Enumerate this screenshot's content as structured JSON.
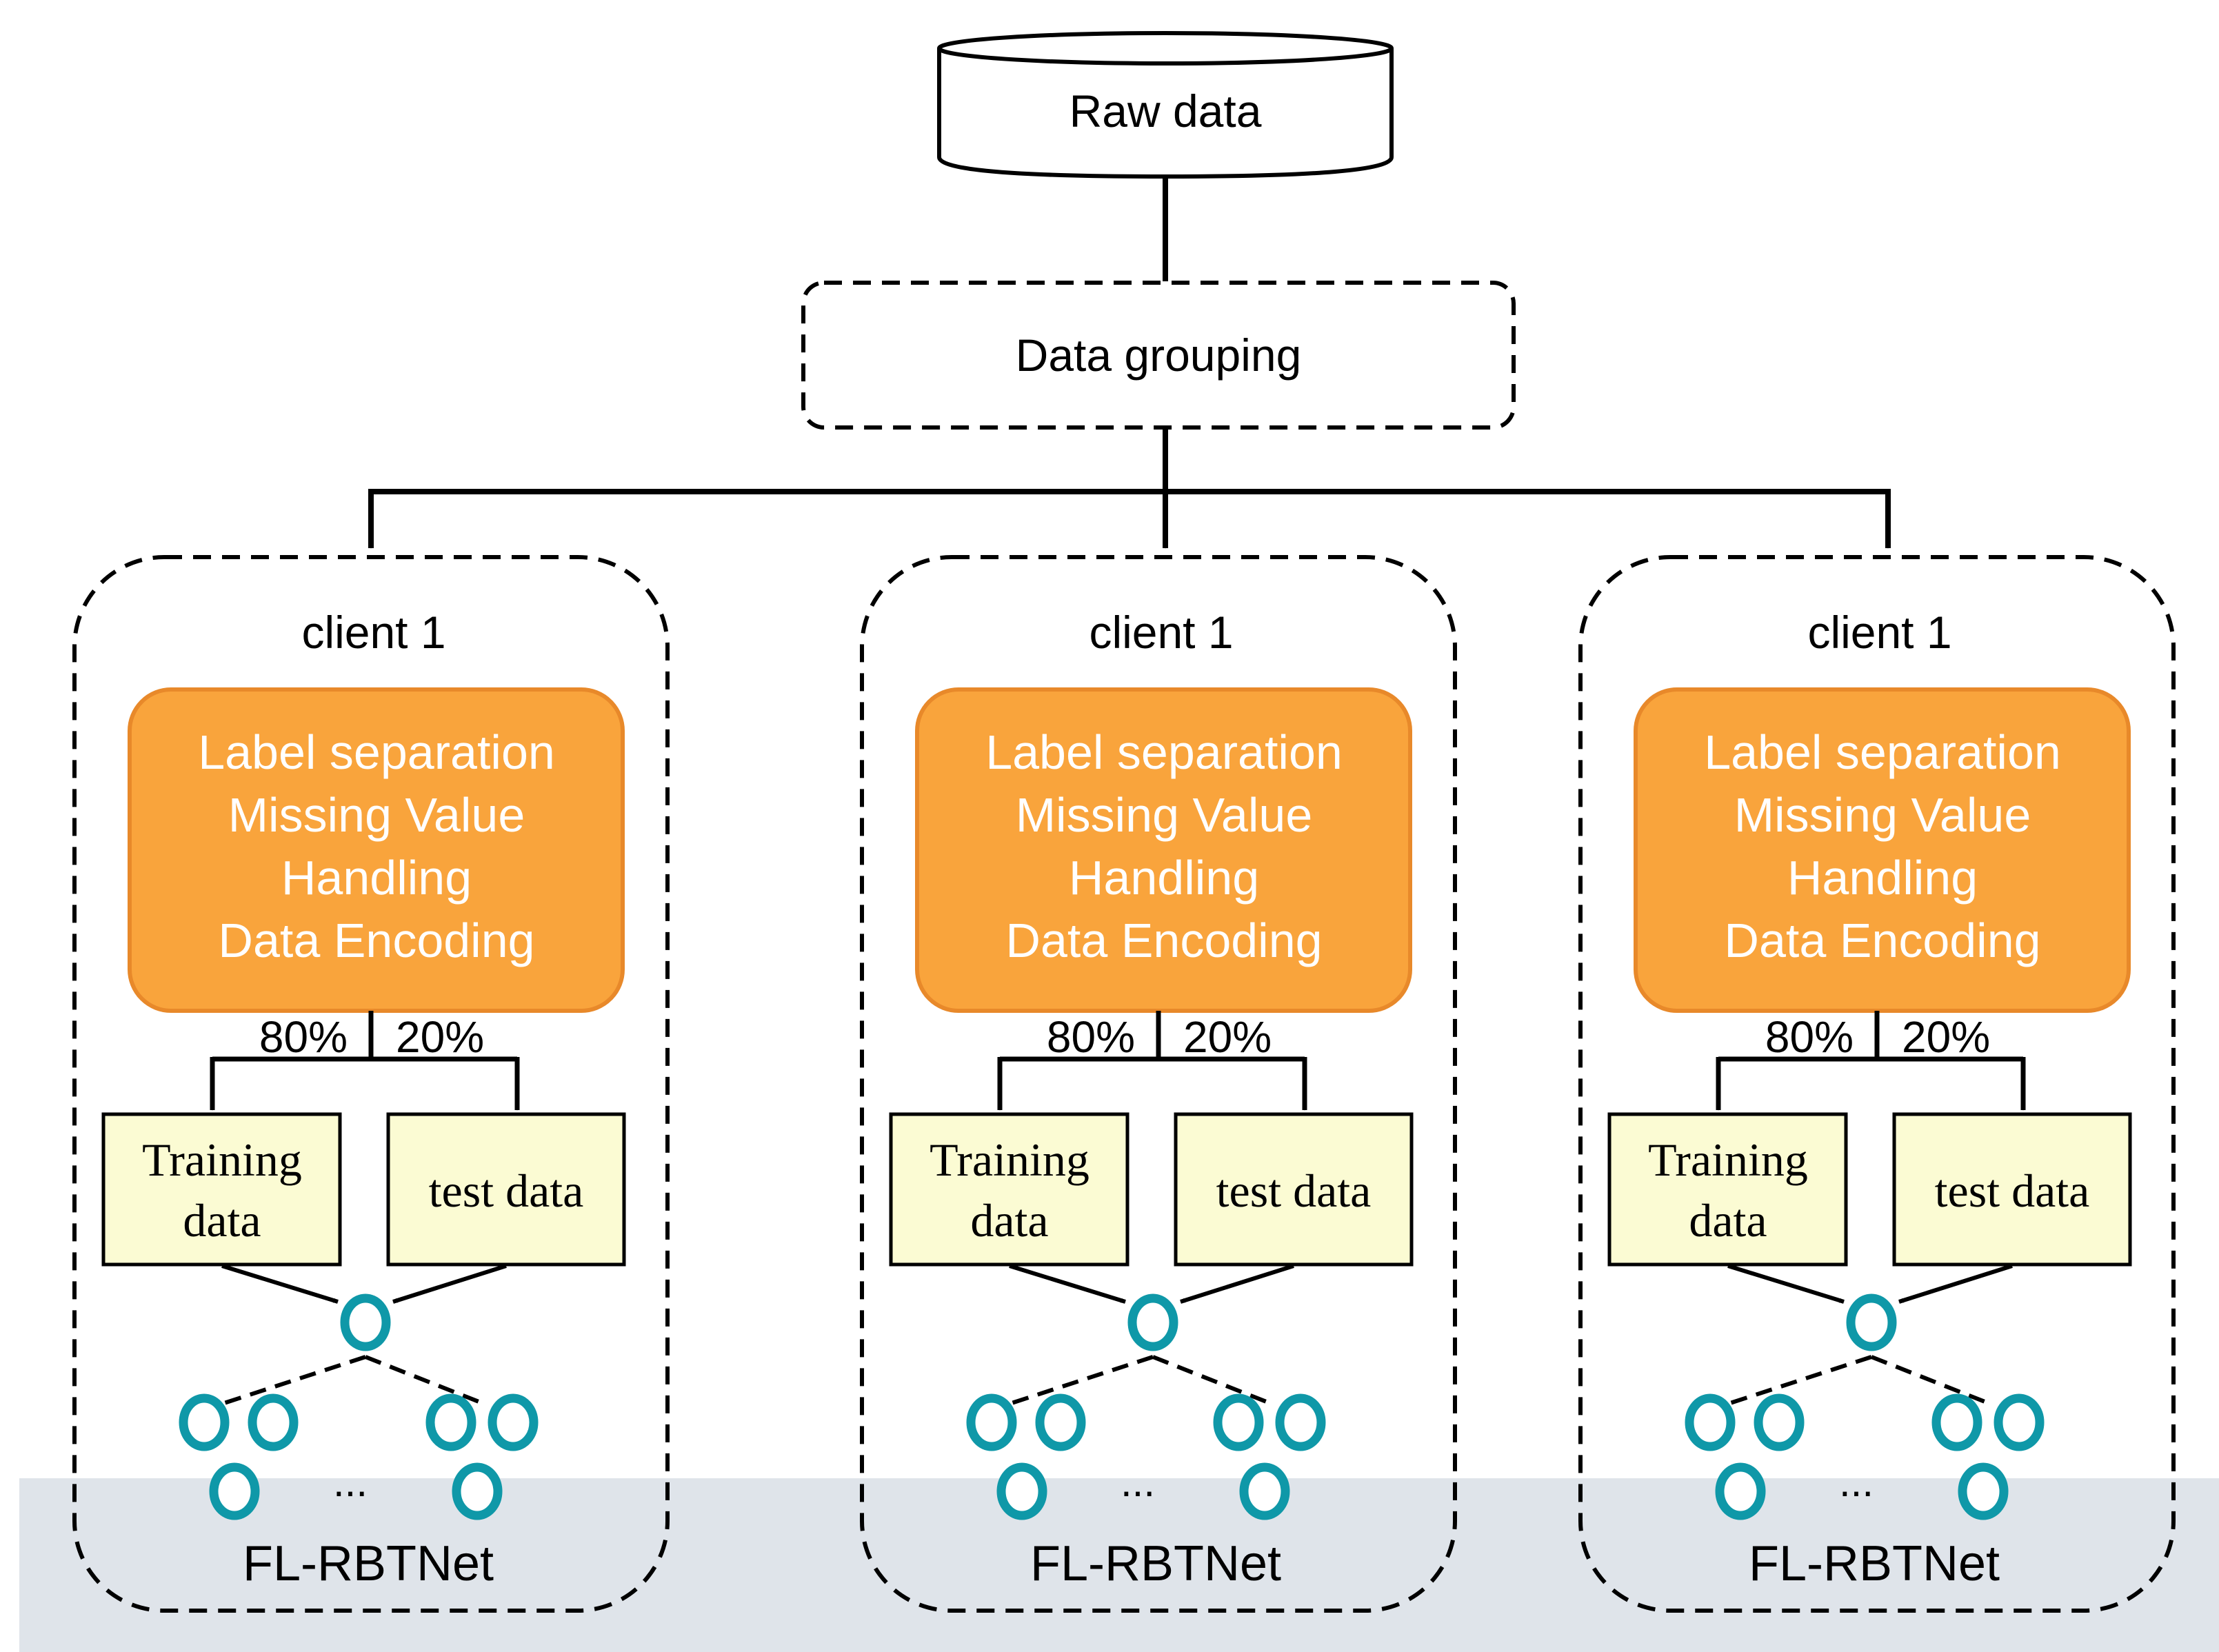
{
  "top": {
    "raw_data_label": "Raw data",
    "grouping_label": "Data grouping"
  },
  "clients": [
    {
      "title": "client 1",
      "preprocess_lines": [
        "Label separation",
        "Missing Value",
        "Handling",
        "Data Encoding"
      ],
      "split_train_pct": "80%",
      "split_test_pct": "20%",
      "training_lines": [
        "Training",
        "data"
      ],
      "test_label": "test data",
      "ellipsis": "...",
      "model_label": "FL-RBTNet"
    },
    {
      "title": "client 1",
      "preprocess_lines": [
        "Label separation",
        "Missing Value",
        "Handling",
        "Data Encoding"
      ],
      "split_train_pct": "80%",
      "split_test_pct": "20%",
      "training_lines": [
        "Training",
        "data"
      ],
      "test_label": "test data",
      "ellipsis": "...",
      "model_label": "FL-RBTNet"
    },
    {
      "title": "client 1",
      "preprocess_lines": [
        "Label separation",
        "Missing Value",
        "Handling",
        "Data Encoding"
      ],
      "split_train_pct": "80%",
      "split_test_pct": "20%",
      "training_lines": [
        "Training",
        "data"
      ],
      "test_label": "test data",
      "ellipsis": "...",
      "model_label": "FL-RBTNet"
    }
  ],
  "colors": {
    "preprocess_fill": "#f9a43c",
    "preprocess_stroke": "#e8892a",
    "data_box_fill": "#fbfbd3",
    "node_stroke": "#0f98a8",
    "bottom_band": "#dfe4ea"
  }
}
